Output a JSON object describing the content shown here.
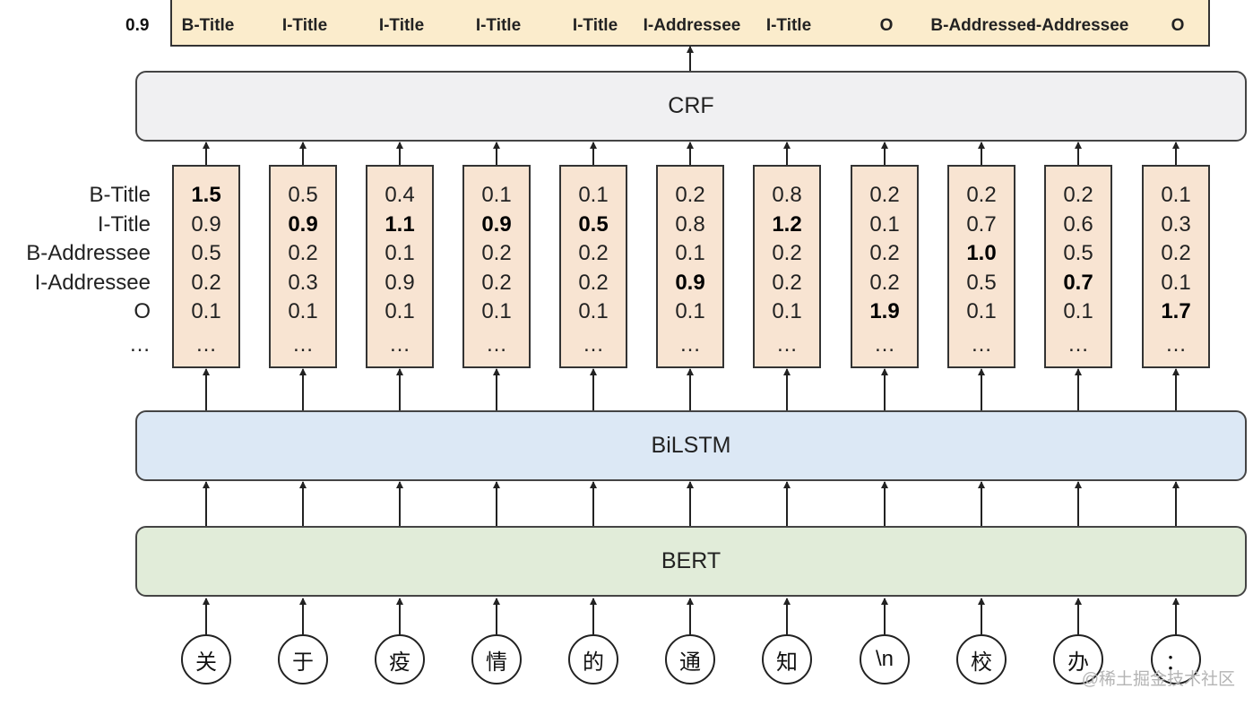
{
  "top": {
    "score": "0.9",
    "tags": [
      "B-Title",
      "I-Title",
      "I-Title",
      "I-Title",
      "I-Title",
      "I-Addressee",
      "I-Title",
      "O",
      "B-Addressee",
      "I-Addressee",
      "O"
    ]
  },
  "layers": {
    "crf": "CRF",
    "bilstm": "BiLSTM",
    "bert": "BERT"
  },
  "row_labels": [
    "B-Title",
    "I-Title",
    "B-Addressee",
    "I-Addressee",
    "O",
    "…"
  ],
  "columns": [
    {
      "token": "关",
      "scores": [
        "1.5",
        "0.9",
        "0.5",
        "0.2",
        "0.1",
        "…"
      ],
      "max_index": 0
    },
    {
      "token": "于",
      "scores": [
        "0.5",
        "0.9",
        "0.2",
        "0.3",
        "0.1",
        "…"
      ],
      "max_index": 1
    },
    {
      "token": "疫",
      "scores": [
        "0.4",
        "1.1",
        "0.1",
        "0.9",
        "0.1",
        "…"
      ],
      "max_index": 1
    },
    {
      "token": "情",
      "scores": [
        "0.1",
        "0.9",
        "0.2",
        "0.2",
        "0.1",
        "…"
      ],
      "max_index": 1
    },
    {
      "token": "的",
      "scores": [
        "0.1",
        "0.5",
        "0.2",
        "0.2",
        "0.1",
        "…"
      ],
      "max_index": 1
    },
    {
      "token": "通",
      "scores": [
        "0.2",
        "0.8",
        "0.1",
        "0.9",
        "0.1",
        "…"
      ],
      "max_index": 3
    },
    {
      "token": "知",
      "scores": [
        "0.8",
        "1.2",
        "0.2",
        "0.2",
        "0.1",
        "…"
      ],
      "max_index": 1
    },
    {
      "token": "\\n",
      "scores": [
        "0.2",
        "0.1",
        "0.2",
        "0.2",
        "1.9",
        "…"
      ],
      "max_index": 4
    },
    {
      "token": "校",
      "scores": [
        "0.2",
        "0.7",
        "1.0",
        "0.5",
        "0.1",
        "…"
      ],
      "max_index": 2
    },
    {
      "token": "办",
      "scores": [
        "0.2",
        "0.6",
        "0.5",
        "0.7",
        "0.1",
        "…"
      ],
      "max_index": 3
    },
    {
      "token": "：",
      "scores": [
        "0.1",
        "0.3",
        "0.2",
        "0.1",
        "1.7",
        "…"
      ],
      "max_index": 4
    }
  ],
  "watermark": "@稀土掘金技术社区",
  "colors": {
    "top_strip": "#fbeccc",
    "crf": "#f0f0f2",
    "bilstm": "#dce8f5",
    "bert": "#e1ecd9",
    "score_box": "#f8e4d2"
  }
}
